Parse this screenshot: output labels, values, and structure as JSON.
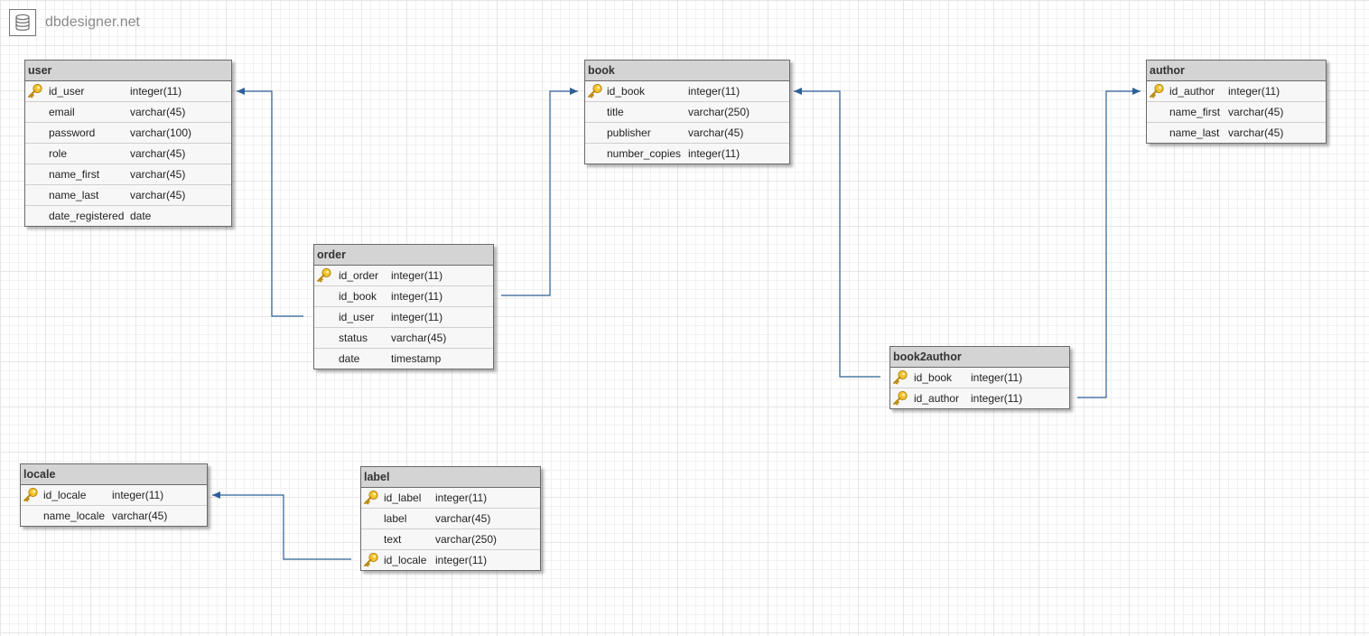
{
  "app": {
    "logo_text": "dbdesigner.net"
  },
  "colors": {
    "connector": "#2f5f97",
    "header_bg": "#d4d4d4",
    "row_bg": "#f7f7f7"
  },
  "tables": {
    "user": {
      "name": "user",
      "fields": [
        {
          "name": "id_user",
          "type": "integer(11)",
          "key": true
        },
        {
          "name": "email",
          "type": "varchar(45)"
        },
        {
          "name": "password",
          "type": "varchar(100)"
        },
        {
          "name": "role",
          "type": "varchar(45)"
        },
        {
          "name": "name_first",
          "type": "varchar(45)"
        },
        {
          "name": "name_last",
          "type": "varchar(45)"
        },
        {
          "name": "date_registered",
          "type": "date"
        }
      ]
    },
    "book": {
      "name": "book",
      "fields": [
        {
          "name": "id_book",
          "type": "integer(11)",
          "key": true
        },
        {
          "name": "title",
          "type": "varchar(250)"
        },
        {
          "name": "publisher",
          "type": "varchar(45)"
        },
        {
          "name": "number_copies",
          "type": "integer(11)"
        }
      ]
    },
    "author": {
      "name": "author",
      "fields": [
        {
          "name": "id_author",
          "type": "integer(11)",
          "key": true
        },
        {
          "name": "name_first",
          "type": "varchar(45)"
        },
        {
          "name": "name_last",
          "type": "varchar(45)"
        }
      ]
    },
    "order": {
      "name": "order",
      "fields": [
        {
          "name": "id_order",
          "type": "integer(11)",
          "key": true
        },
        {
          "name": "id_book",
          "type": "integer(11)"
        },
        {
          "name": "id_user",
          "type": "integer(11)"
        },
        {
          "name": "status",
          "type": "varchar(45)"
        },
        {
          "name": "date",
          "type": "timestamp"
        }
      ]
    },
    "book2author": {
      "name": "book2author",
      "fields": [
        {
          "name": "id_book",
          "type": "integer(11)",
          "key": true
        },
        {
          "name": "id_author",
          "type": "integer(11)",
          "key": true
        }
      ]
    },
    "locale": {
      "name": "locale",
      "fields": [
        {
          "name": "id_locale",
          "type": "integer(11)",
          "key": true
        },
        {
          "name": "name_locale",
          "type": "varchar(45)"
        }
      ]
    },
    "label": {
      "name": "label",
      "fields": [
        {
          "name": "id_label",
          "type": "integer(11)",
          "key": true
        },
        {
          "name": "label",
          "type": "varchar(45)"
        },
        {
          "name": "text",
          "type": "varchar(250)"
        },
        {
          "name": "id_locale",
          "type": "integer(11)",
          "key": true
        }
      ]
    }
  },
  "relations": [
    {
      "from": "order.id_user",
      "to": "user.id_user"
    },
    {
      "from": "order.id_book",
      "to": "book.id_book"
    },
    {
      "from": "book2author.id_book",
      "to": "book.id_book"
    },
    {
      "from": "book2author.id_author",
      "to": "author.id_author"
    },
    {
      "from": "label.id_locale",
      "to": "locale.id_locale"
    }
  ]
}
